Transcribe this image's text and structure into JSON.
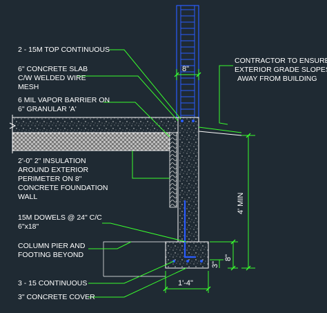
{
  "labels": {
    "top_rebar": "2 - 15M TOP CONTINUOUS",
    "slab_1": "6\" CONCRETE SLAB",
    "slab_2": "C/W WELDED WIRE",
    "slab_3": "MESH",
    "vapor_1": "6 MIL VAPOR BARRIER ON",
    "vapor_2": "6\" GRANULAR 'A'",
    "insul_1": "2'-0\" 2\" INSULATION",
    "insul_2": "AROUND EXTERIOR",
    "insul_3": "PERIMETER ON 8\"",
    "insul_4": "CONCRETE FOUNDATION",
    "insul_5": "WALL",
    "dowels_1": "15M DOWELS @ 24\" C/C",
    "dowels_2": "6\"x18\"",
    "pier_1": "COLUMN PIER AND",
    "pier_2": "FOOTING BEYOND",
    "cont_bars": "3 - 15 CONTINUOUS",
    "cover": "3\" CONCRETE COVER",
    "grade_1": "CONTRACTOR TO ENSURE",
    "grade_2": "EXTERIOR GRADE SLOPES",
    "grade_3": "AWAY FROM BUILDING"
  },
  "dimensions": {
    "wall_width": "8\"",
    "depth_min": "4' MIN",
    "footing_height": "8\"",
    "cover_depth": "3\"",
    "footing_width": "1'-4\""
  },
  "colors": {
    "background": "#1f2a33",
    "leader": "#39ff2e",
    "dimension": "#39ff2e",
    "concrete": "#ffffff",
    "rebar": "#2a5cff",
    "text": "#ffffff"
  }
}
